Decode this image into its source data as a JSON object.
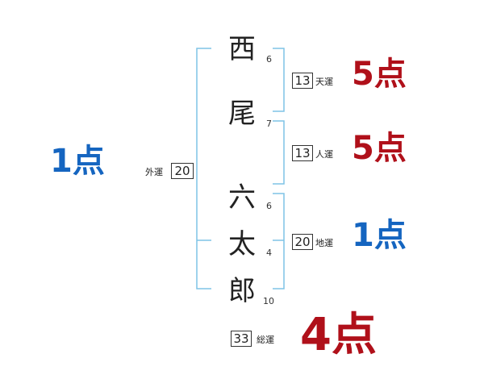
{
  "name_chars": [
    {
      "char": "西",
      "strokes": "6"
    },
    {
      "char": "尾",
      "strokes": "7"
    },
    {
      "char": "六",
      "strokes": "6"
    },
    {
      "char": "太",
      "strokes": "4"
    },
    {
      "char": "郎",
      "strokes": "10"
    }
  ],
  "fortunes": {
    "tenkaku": {
      "value": "13",
      "label": "天運",
      "score": "5点"
    },
    "jinkaku": {
      "value": "13",
      "label": "人運",
      "score": "5点"
    },
    "chikaku": {
      "value": "20",
      "label": "地運",
      "score": "1点"
    },
    "gaikaku": {
      "value": "20",
      "label": "外運",
      "score": "1点"
    },
    "soukaku": {
      "value": "33",
      "label": "総運",
      "score": "4点"
    }
  },
  "colors": {
    "bracket": "#7fc3e6",
    "score_red": "#b0101a",
    "score_blue": "#1565c0"
  }
}
